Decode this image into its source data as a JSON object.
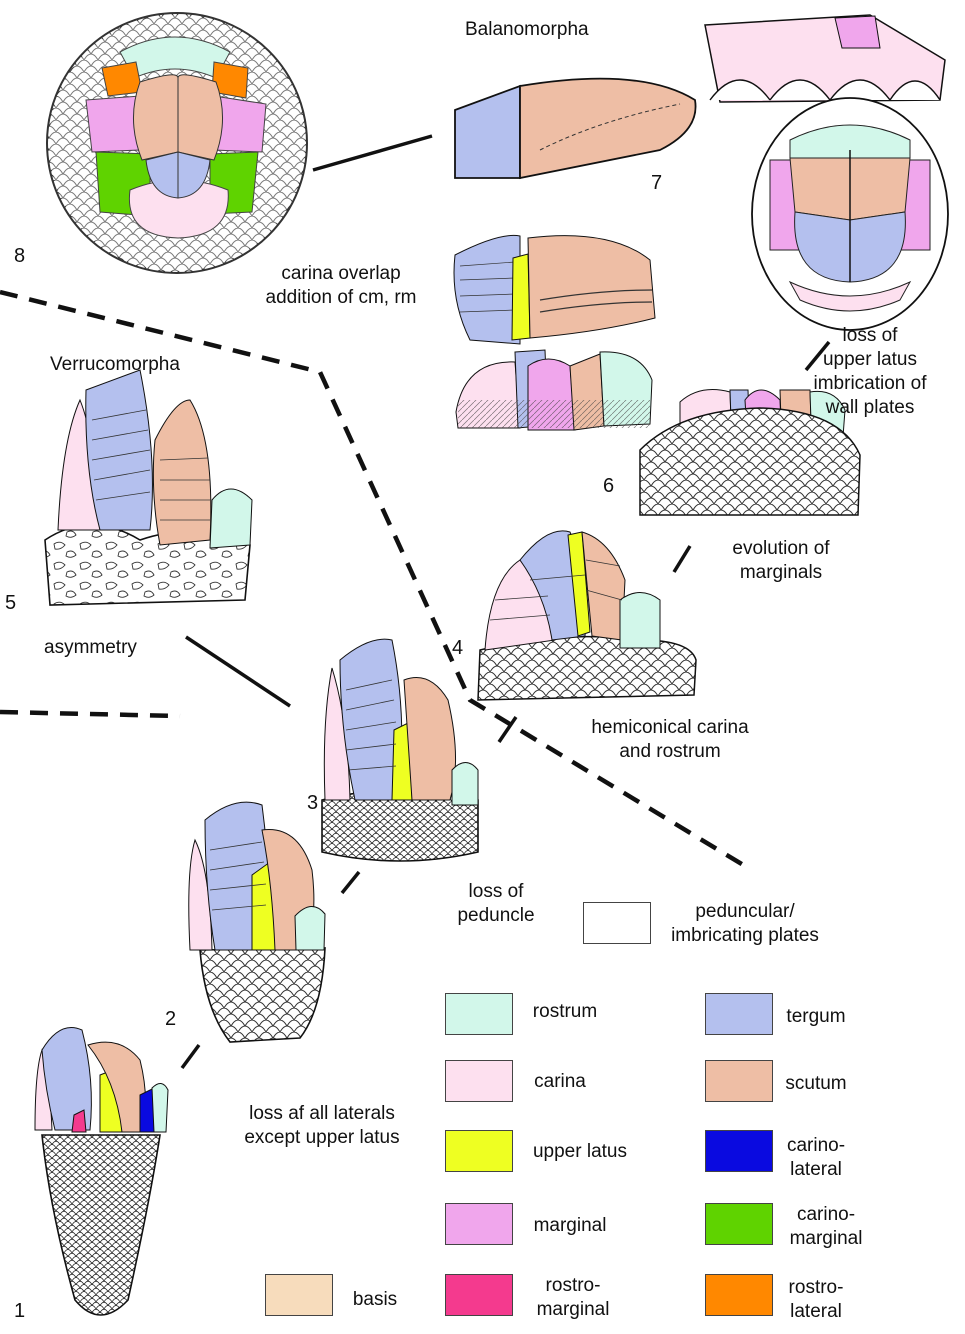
{
  "groups": {
    "balanomorpha": "Balanomorpha",
    "verrucomorpha": "Verrucomorpha"
  },
  "stage_numbers": [
    "1",
    "2",
    "3",
    "4",
    "5",
    "6",
    "7",
    "8"
  ],
  "transitions": {
    "carina_overlap": [
      "carina overlap",
      "addition of cm, rm"
    ],
    "loss_upper_latus": [
      "loss of",
      "upper latus",
      "imbrication of",
      "wall plates"
    ],
    "evolution_marginals": [
      "evolution of",
      "marginals"
    ],
    "asymmetry": "asymmetry",
    "hemiconical": [
      "hemiconical carina",
      "and rostrum"
    ],
    "loss_peduncle": [
      "loss of",
      "peduncle"
    ],
    "loss_laterals": [
      "loss af all laterals",
      "except upper latus"
    ]
  },
  "legend": [
    {
      "label": "peduncular/\nimbricating plates",
      "color": "#ffffff"
    },
    {
      "label": "rostrum",
      "color": "#d2f7ea"
    },
    {
      "label": "tergum",
      "color": "#b4c0ee"
    },
    {
      "label": "carina",
      "color": "#fde0ef"
    },
    {
      "label": "scutum",
      "color": "#eebea5"
    },
    {
      "label": "upper latus",
      "color": "#eeff22"
    },
    {
      "label": "carino-\nlateral",
      "color": "#0a0ae0"
    },
    {
      "label": "marginal",
      "color": "#f0a6ec"
    },
    {
      "label": "carino-\nmarginal",
      "color": "#5fd300"
    },
    {
      "label": "basis",
      "color": "#f7dcbc"
    },
    {
      "label": "rostro-\nmarginal",
      "color": "#f43a8e"
    },
    {
      "label": "rostro-\nlateral",
      "color": "#ff8800"
    }
  ],
  "colors": {
    "rostrum": "#d2f7ea",
    "tergum": "#b4c0ee",
    "carina": "#fde0ef",
    "scutum": "#eebea5",
    "upper_latus": "#eeff22",
    "carinolateral": "#0a0ae0",
    "marginal": "#f0a6ec",
    "carinomarginal": "#5fd300",
    "rostromarginal": "#f43a8e",
    "rostrolateral": "#ff8800",
    "basis": "#f7dcbc"
  }
}
